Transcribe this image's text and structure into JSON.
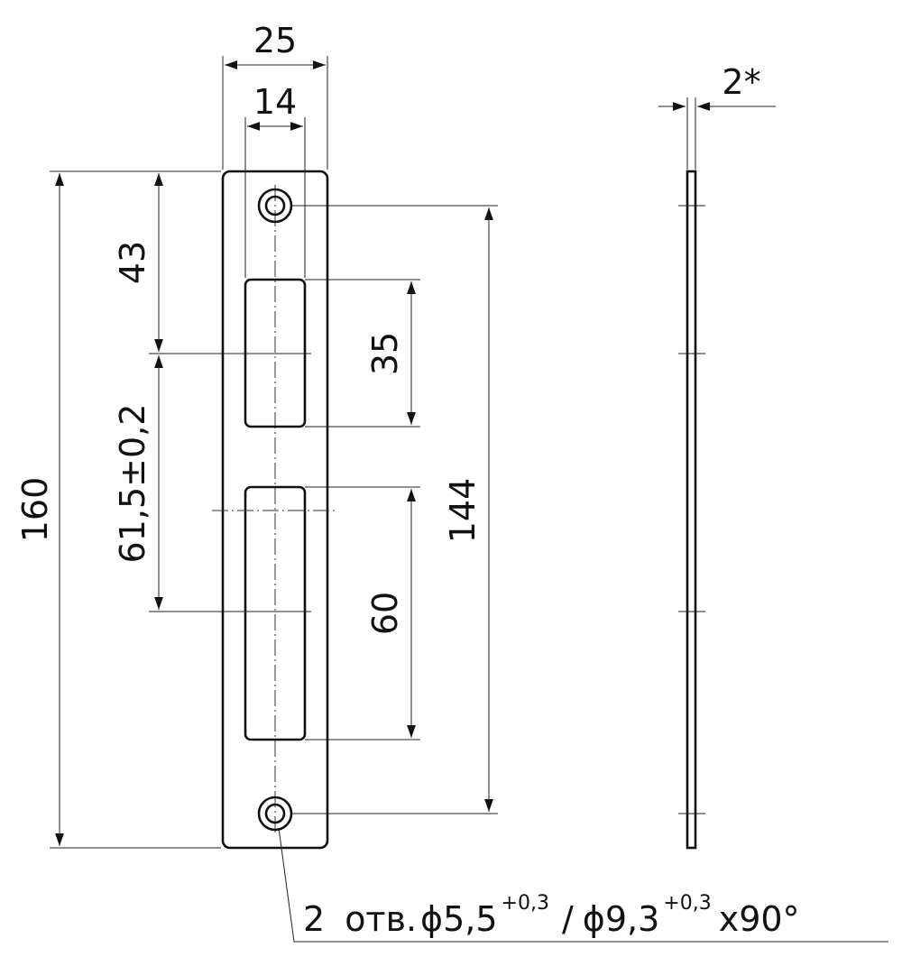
{
  "front_view": {
    "dims": {
      "width_total": "25",
      "width_slot": "14",
      "height_total": "160",
      "top_to_slot": "43",
      "slot_pitch": "61,5±0,2",
      "slot_upper_height": "35",
      "slot_lower_height": "60",
      "hole_pitch": "144"
    }
  },
  "side_view": {
    "thickness": "2*"
  },
  "note": {
    "count": "2",
    "abbr": "отв.",
    "d1": "ϕ5,5",
    "tol1": "+0,3",
    "slash": "/",
    "d2": "ϕ9,3",
    "tol2": "+0,3",
    "countersink": "x90°"
  },
  "colors": {
    "line": "#111111",
    "background": "#ffffff"
  }
}
